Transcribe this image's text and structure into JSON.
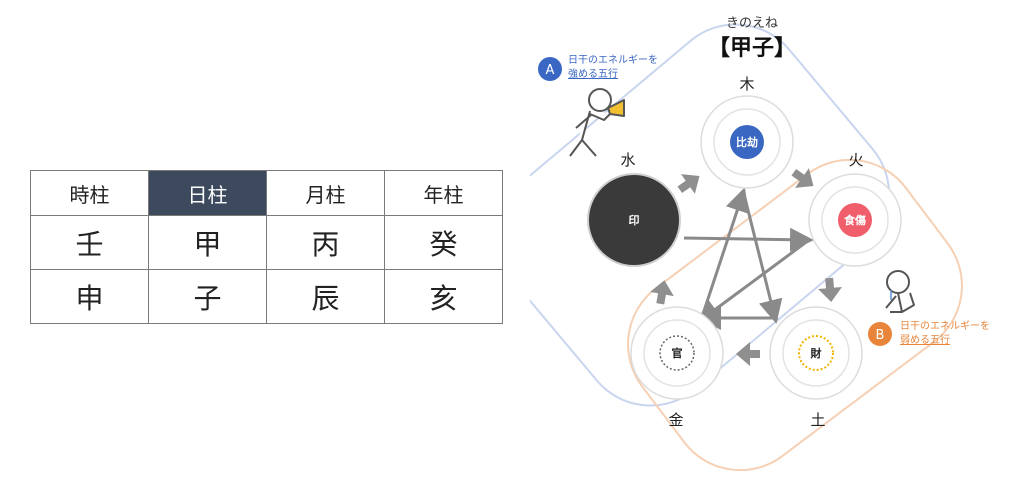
{
  "table": {
    "headers": [
      "時柱",
      "日柱",
      "月柱",
      "年柱"
    ],
    "stems": [
      "壬",
      "甲",
      "丙",
      "癸"
    ],
    "branches": [
      "申",
      "子",
      "辰",
      "亥"
    ],
    "active_column": 1
  },
  "title": {
    "reading": "きのえね",
    "text": "【甲子】"
  },
  "elements": {
    "wood": {
      "name": "木",
      "role": "比劫"
    },
    "fire": {
      "name": "火",
      "role": "食傷"
    },
    "earth": {
      "name": "土",
      "role": "財"
    },
    "metal": {
      "name": "金",
      "role": "官"
    },
    "water": {
      "name": "水",
      "role": "印"
    }
  },
  "notes": {
    "a": {
      "badge": "A",
      "line1": "日干のエネルギーを",
      "line2": "強める五行",
      "color": "#3b67c4"
    },
    "b": {
      "badge": "B",
      "line1": "日干のエネルギーを",
      "line2": "弱める五行",
      "color": "#e8853a"
    }
  },
  "colors": {
    "header_active": "#3d4a5e",
    "wood_role": "#3a67c2",
    "fire_role": "#ef5e6a",
    "earth_ring": "#f0b400",
    "water_node": "#3a3a3a",
    "arrow": "#8a8a8a",
    "group_a": "#c9d5ee",
    "group_b": "#f6d0b4"
  }
}
